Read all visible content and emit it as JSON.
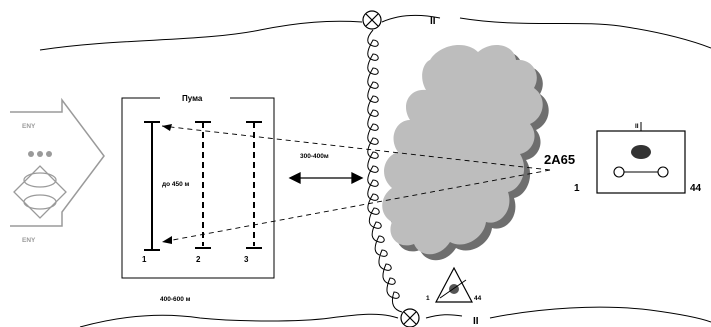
{
  "diagram": {
    "left_marker_top": "ENY",
    "left_marker_bottom": "ENY",
    "position_title": "Пума",
    "range_inner": "до 450 м",
    "range_outer": "400-600 м",
    "positions": [
      "1",
      "2",
      "3"
    ],
    "gap_label": "300-400м",
    "target_label": "2А65",
    "target_left_number": "1",
    "target_right_number": "44",
    "target_top_mark": "II",
    "triangle_left_number": "1",
    "triangle_right_number": "44",
    "boundary_mark_top": "II",
    "boundary_mark_bottom": "II"
  }
}
